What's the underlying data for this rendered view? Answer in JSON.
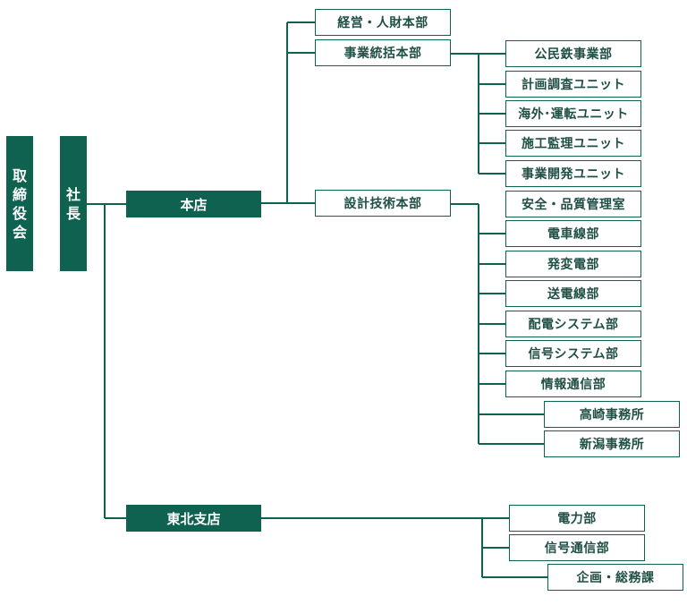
{
  "colors": {
    "dark": "#0f6150",
    "line": "#0f6150"
  },
  "board": {
    "label": "取締役会"
  },
  "president": {
    "label": "社長"
  },
  "head_office": {
    "label": "本店",
    "divisions": [
      {
        "label": "経営・人財本部"
      },
      {
        "label": "事業統括本部",
        "units": [
          "公民鉄事業部",
          "計画調査ユニット",
          "海外･運転ユニット",
          "施工監理ユニット",
          "事業開発ユニット"
        ]
      },
      {
        "label": "設計技術本部",
        "units": [
          "安全・品質管理室",
          "電車線部",
          "発変電部",
          "送電線部",
          "配電システム部",
          "信号システム部",
          "情報通信部"
        ],
        "offices": [
          "高崎事務所",
          "新潟事務所"
        ]
      }
    ]
  },
  "tohoku_branch": {
    "label": "東北支店",
    "units": [
      "電力部",
      "信号通信部"
    ],
    "offices": [
      "企画・総務課"
    ]
  }
}
